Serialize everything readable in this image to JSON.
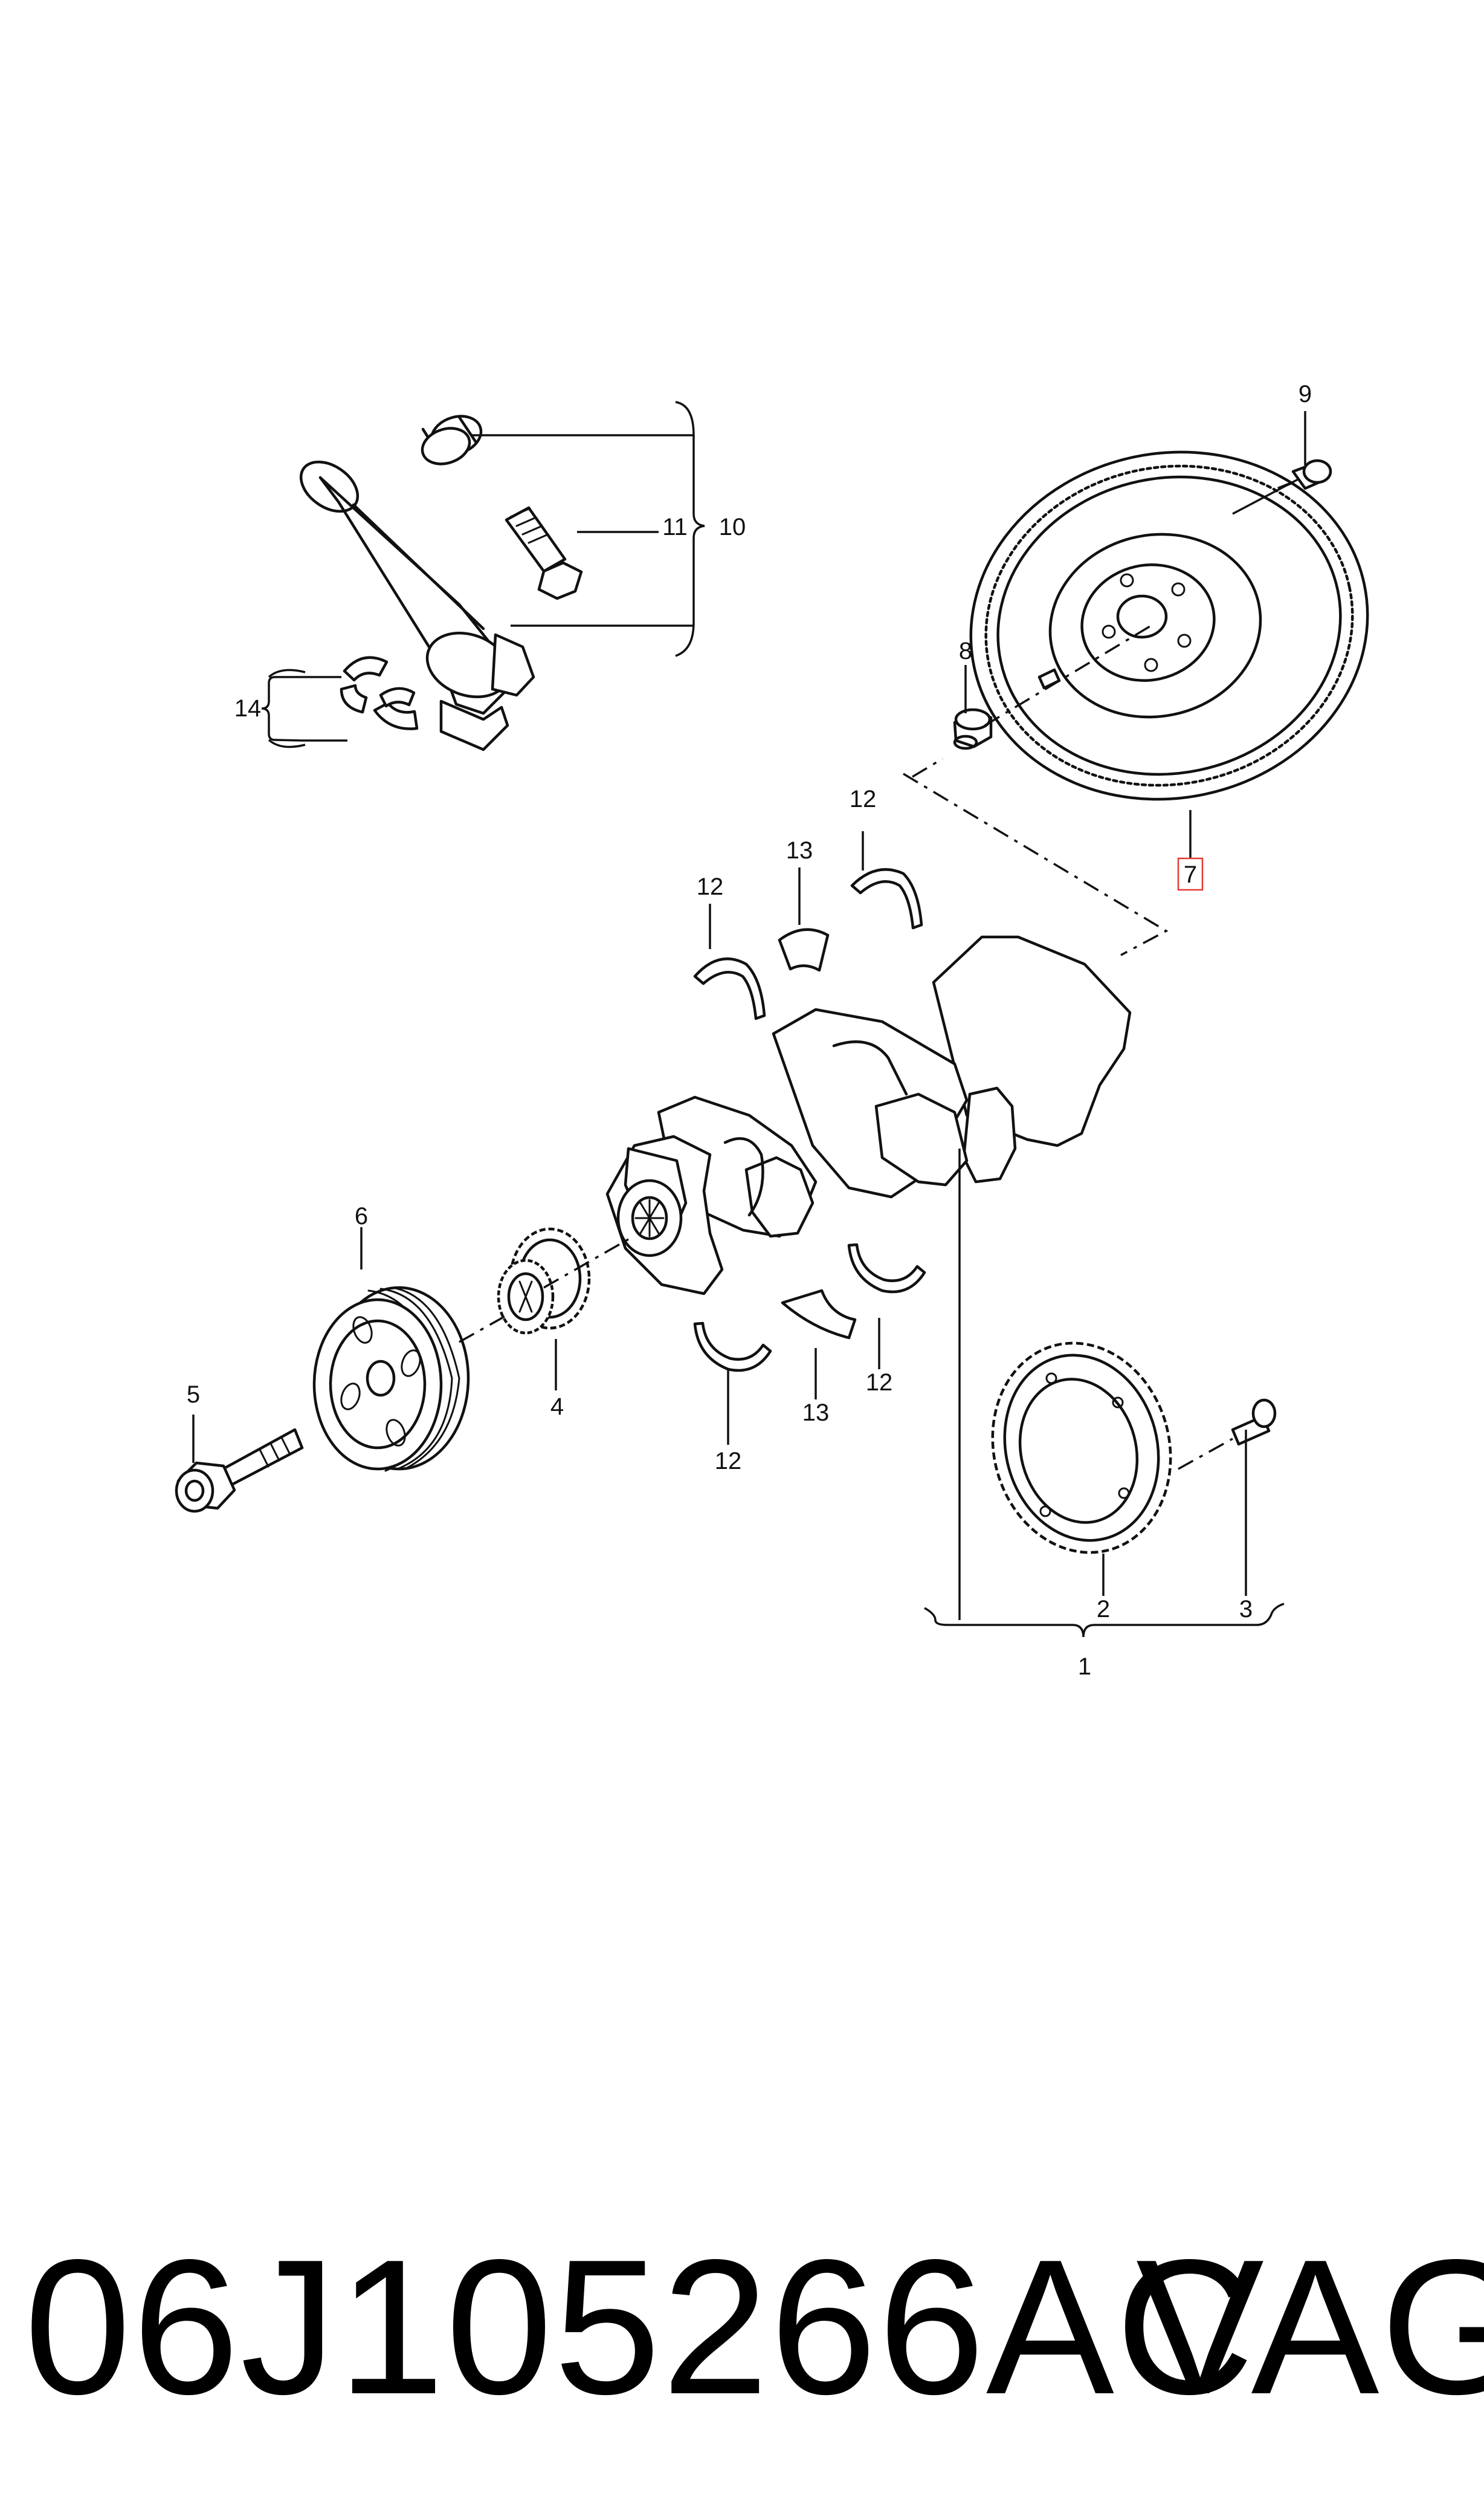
{
  "callouts": {
    "c1": "1",
    "c2": "2",
    "c3": "3",
    "c4": "4",
    "c5": "5",
    "c6": "6",
    "c7": "7",
    "c8": "8",
    "c9": "9",
    "c10": "10",
    "c11": "11",
    "c12a": "12",
    "c12b": "12",
    "c12c": "12",
    "c12d": "12",
    "c13a": "13",
    "c13b": "13",
    "c14": "14"
  },
  "highlighted_callout": "7",
  "caption": {
    "part_number": "06J105266AC",
    "brand": "VAG"
  },
  "colors": {
    "ink": "#111111",
    "highlight": "#e53935",
    "background": "#ffffff"
  }
}
